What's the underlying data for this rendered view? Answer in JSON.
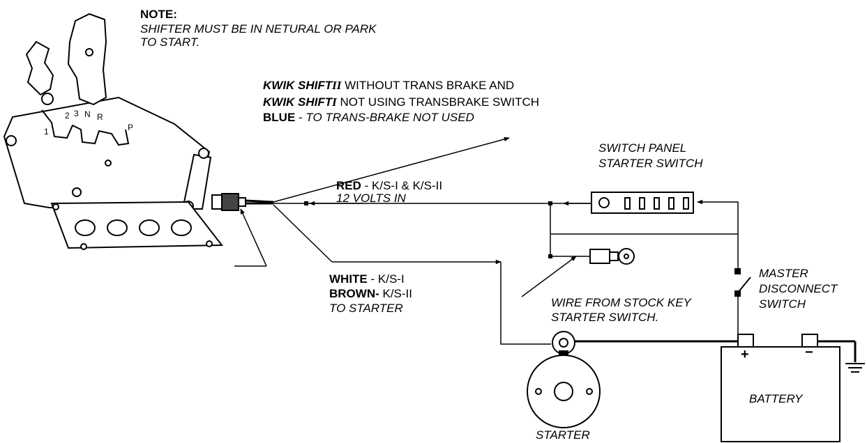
{
  "note": {
    "heading": "NOTE:",
    "line1": "SHIFTER MUST BE IN NETURAL OR PARK",
    "line2": "TO START."
  },
  "shifter": {
    "gear_1": "1",
    "gear_2": "2",
    "gear_3": "3",
    "gear_n": "N",
    "gear_r": "R",
    "gear_p": "P"
  },
  "kwik": {
    "line1_bold": "KWIK SHIFT",
    "line1_num": "II",
    "line1_rest": " WITHOUT TRANS BRAKE AND",
    "line2_bold": "KWIK SHIFT",
    "line2_num": "I",
    "line2_rest": " NOT USING TRANSBRAKE SWITCH",
    "blue_bold": "BLUE",
    "blue_dash": " - ",
    "blue_text": "TO TRANS-BRAKE NOT USED"
  },
  "red_wire": {
    "bold": "RED",
    "rest": " - K/S-I & K/S-II",
    "sub": "12 VOLTS IN"
  },
  "white_wire": {
    "white_bold": "WHITE",
    "white_rest": " - K/S-I",
    "brown_bold": "BROWN-",
    "brown_rest": " K/S-II",
    "to": "TO STARTER"
  },
  "switch_panel": {
    "line1": "SWITCH PANEL",
    "line2": "STARTER SWITCH"
  },
  "stock_key": {
    "line1": "WIRE FROM STOCK KEY",
    "line2": "STARTER SWITCH."
  },
  "master": {
    "line1": "MASTER",
    "line2": "DISCONNECT",
    "line3": "SWITCH"
  },
  "battery": {
    "label": "BATTERY",
    "plus": "+",
    "minus": "−"
  },
  "starter": {
    "label": "STARTER"
  }
}
